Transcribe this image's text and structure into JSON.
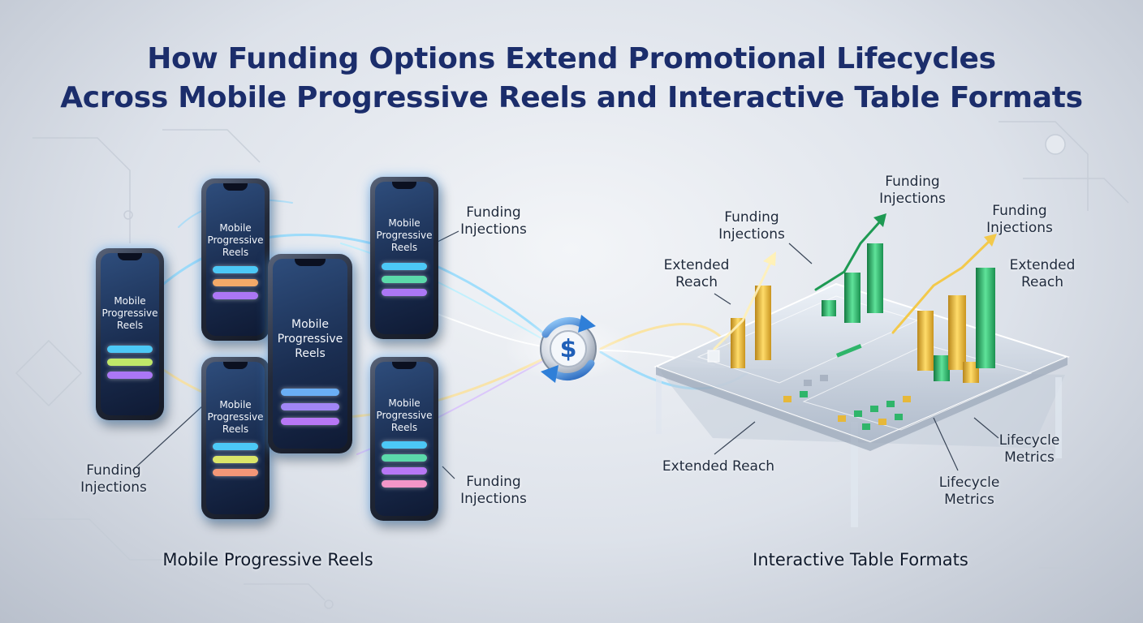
{
  "title": {
    "line1": "How Funding Options Extend Promotional Lifecycles",
    "line2": "Across Mobile Progressive Reels and Interactive Table Formats"
  },
  "colors": {
    "title": "#1b2d6b",
    "gold": "#e6b83a",
    "green": "#2fb56a",
    "cyan": "#4fc3f7"
  },
  "left": {
    "section_label": "Mobile Progressive Reels",
    "phone_label": "Mobile\nProgressive\nReels",
    "funding_label": "Funding\nInjections"
  },
  "center": {
    "icon": "dollar-cycle-icon"
  },
  "right": {
    "section_label": "Interactive Table Formats",
    "funding_label": "Funding\nInjections",
    "extended_reach_label": "Extended\nReach",
    "extended_reach_inline": "Extended Reach",
    "lifecycle_label": "Lifecycle\nMetrics"
  }
}
